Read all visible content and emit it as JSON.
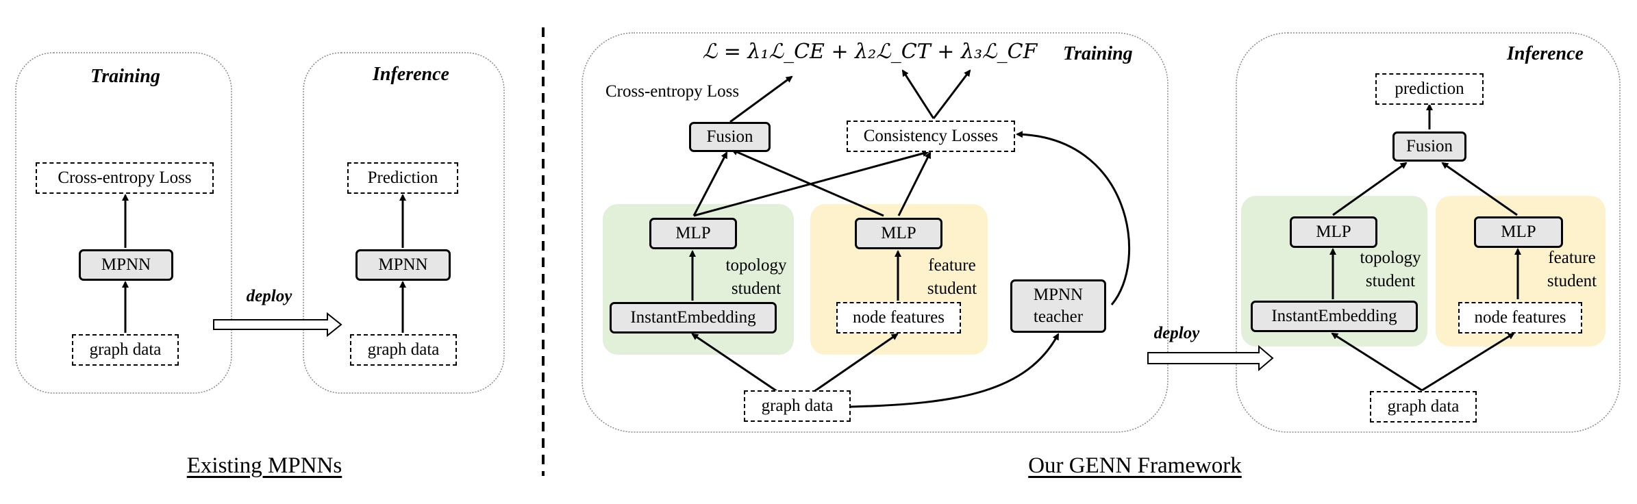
{
  "left": {
    "caption": "Existing MPNNs",
    "deploy": "deploy",
    "training": {
      "title": "Training",
      "loss": "Cross-entropy Loss",
      "model": "MPNN",
      "input": "graph data"
    },
    "inference": {
      "title": "Inference",
      "output": "Prediction",
      "model": "MPNN",
      "input": "graph data"
    }
  },
  "right": {
    "caption": "Our GENN Framework",
    "deploy": "deploy",
    "training": {
      "title": "Training",
      "formula": "ℒ = λ₁ℒ_CE + λ₂ℒ_CT + λ₃ℒ_CF",
      "ce_label": "Cross-entropy Loss",
      "fusion": "Fusion",
      "consistency": "Consistency Losses",
      "mlp_topology": "MLP",
      "mlp_feature": "MLP",
      "topology_student": "topology student",
      "feature_student": "feature student",
      "instant_embedding": "InstantEmbedding",
      "node_features": "node features",
      "teacher": "MPNN teacher",
      "input": "graph data"
    },
    "inference": {
      "title": "Inference",
      "prediction": "prediction",
      "fusion": "Fusion",
      "mlp_topology": "MLP",
      "mlp_feature": "MLP",
      "topology_student": "topology student",
      "feature_student": "feature student",
      "instant_embedding": "InstantEmbedding",
      "node_features": "node features",
      "input": "graph data"
    }
  },
  "colors": {
    "topology_region": "#e2efd9",
    "feature_region": "#fdf2cc",
    "module_fill": "#e6e6e6",
    "stroke": "#000000"
  }
}
